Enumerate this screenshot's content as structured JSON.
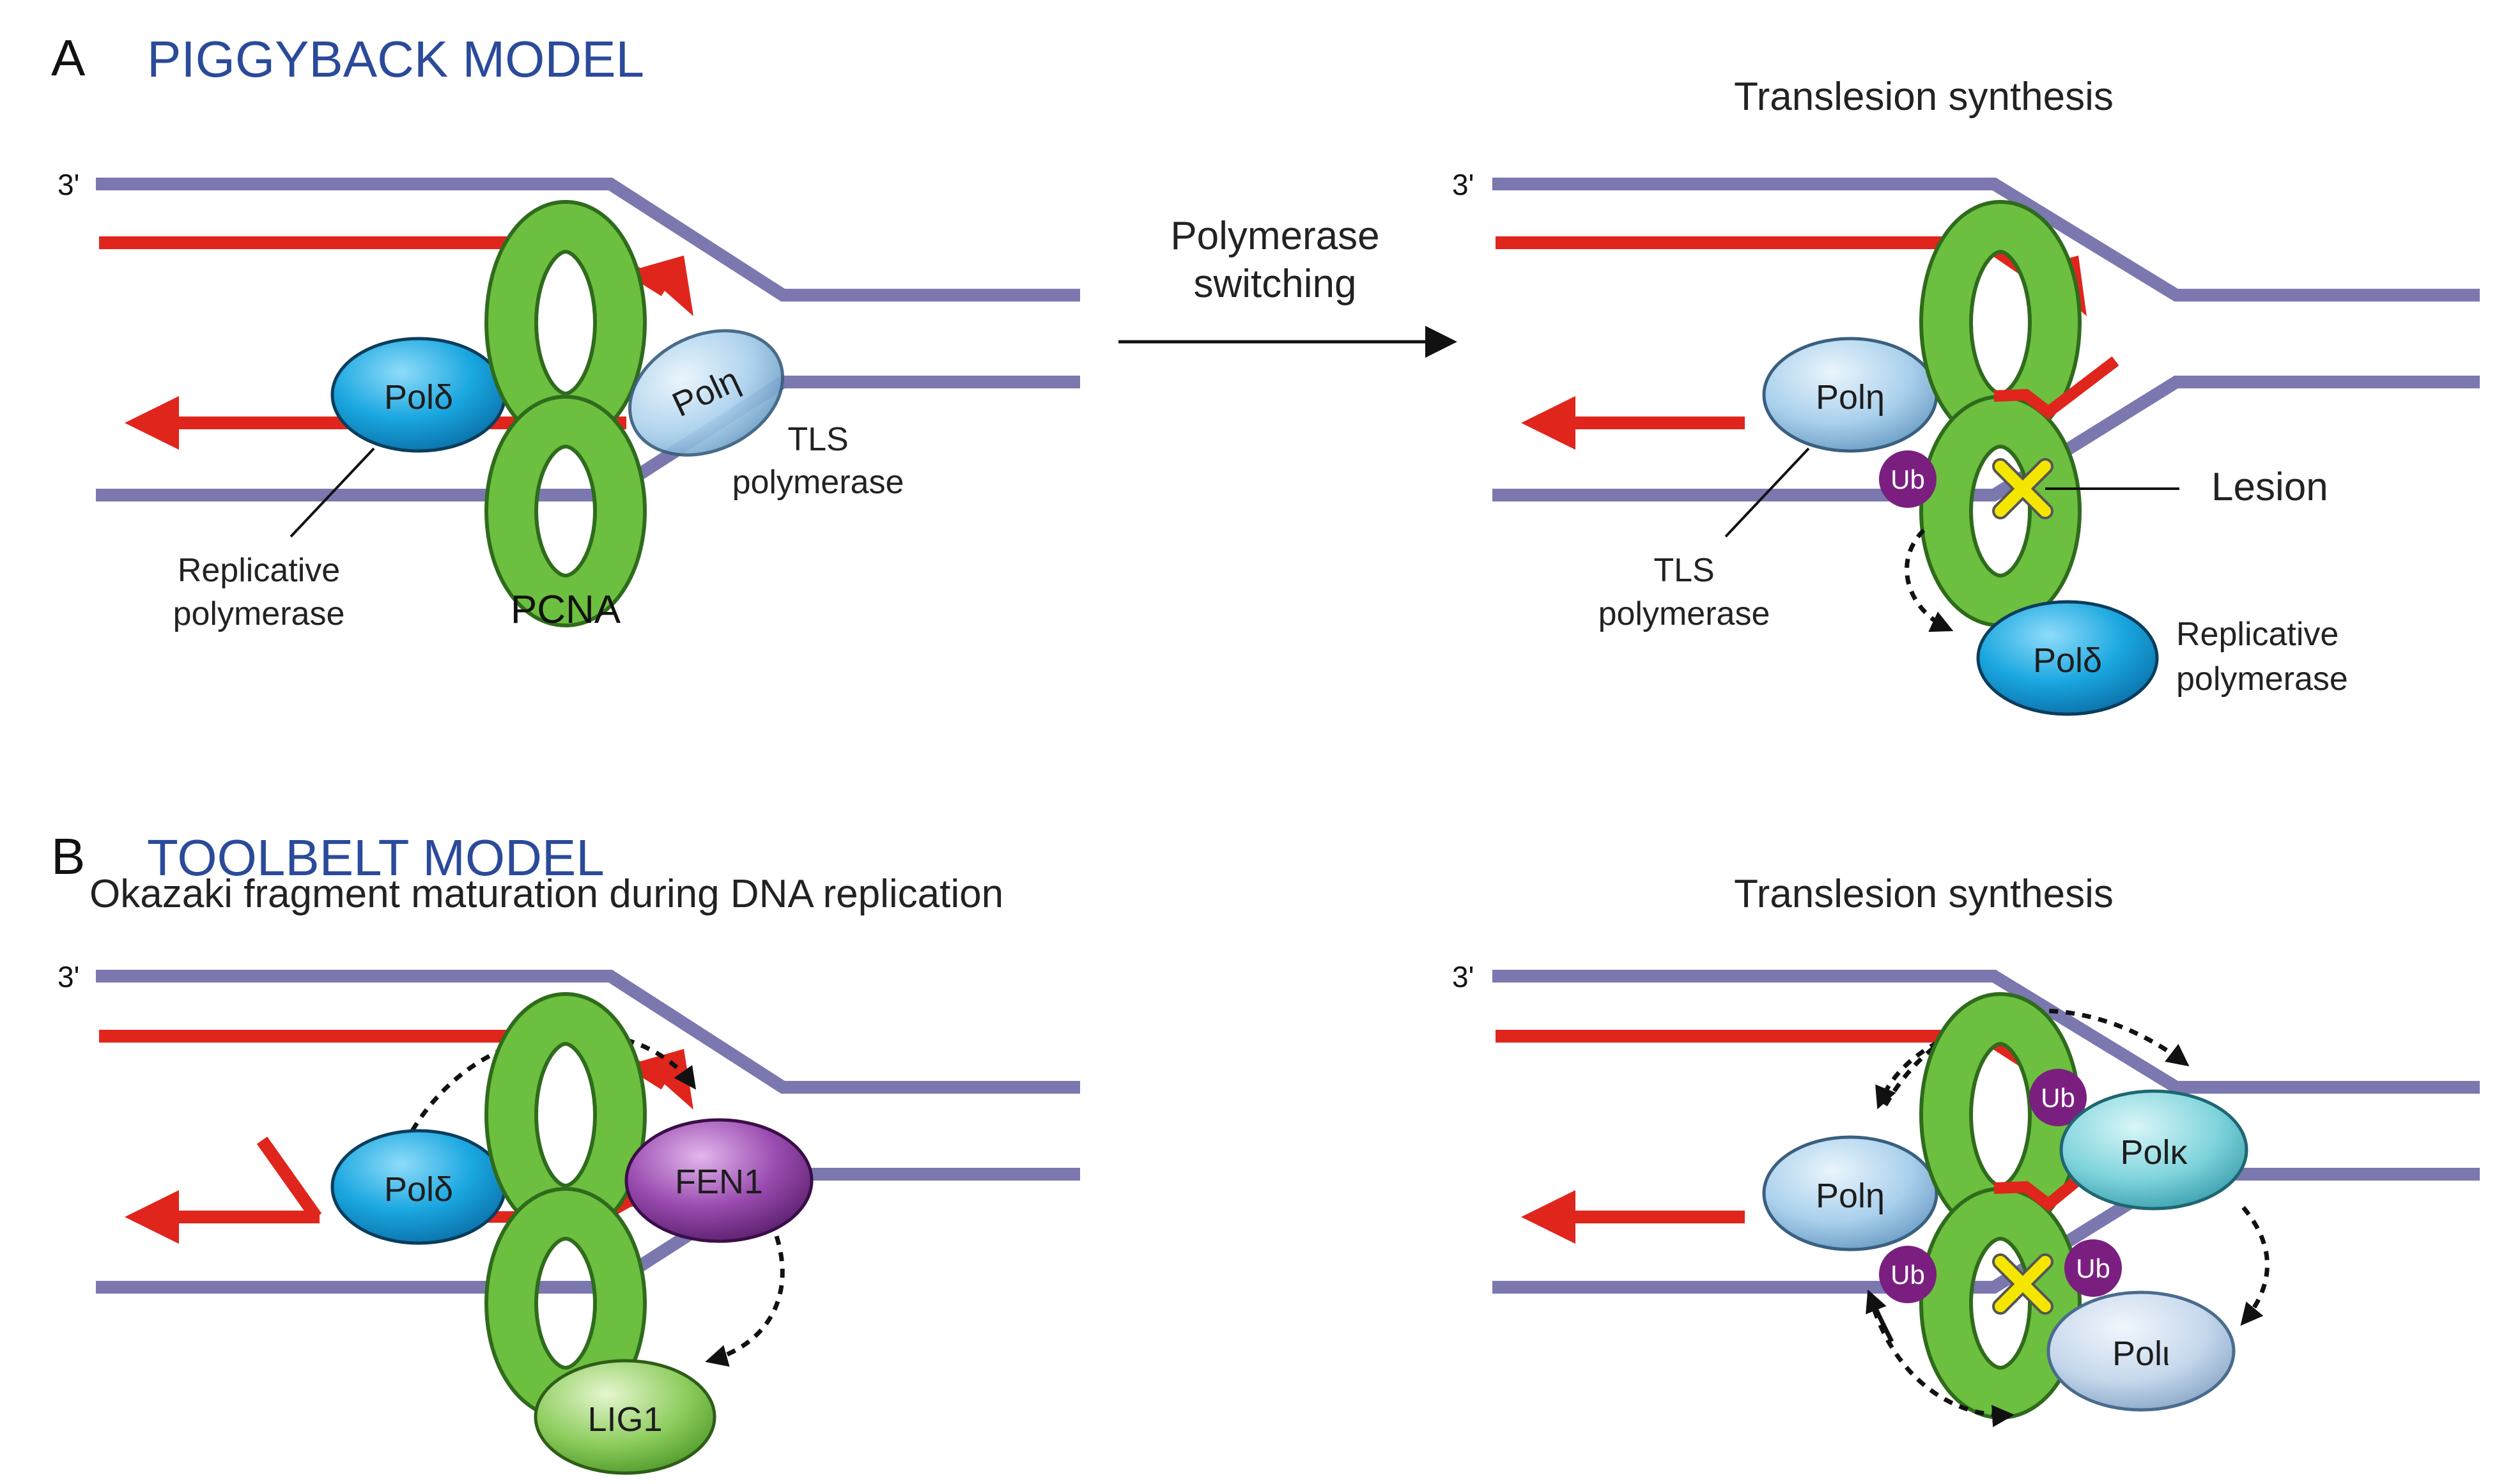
{
  "panel_a": {
    "letter": "A",
    "title": "PIGGYBACK MODEL",
    "right_heading": "Translesion synthesis",
    "arrow_label_line1": "Polymerase",
    "arrow_label_line2": "switching",
    "left": {
      "three_prime": "3'",
      "pol_delta": "Polδ",
      "pol_eta": "Polη",
      "tls_line1": "TLS",
      "tls_line2": "polymerase",
      "rep_line1": "Replicative",
      "rep_line2": "polymerase",
      "pcna": "PCNA"
    },
    "right": {
      "three_prime": "3'",
      "pol_eta": "Polη",
      "ub": "Ub",
      "lesion": "Lesion",
      "tls_line1": "TLS",
      "tls_line2": "polymerase",
      "pol_delta": "Polδ",
      "rep_line1": "Replicative",
      "rep_line2": "polymerase"
    }
  },
  "panel_b": {
    "letter": "B",
    "title": "TOOLBELT MODEL",
    "left_heading": "Okazaki fragment maturation during DNA replication",
    "right_heading": "Translesion synthesis",
    "left": {
      "three_prime": "3'",
      "pol_delta": "Polδ",
      "fen1": "FEN1",
      "lig1": "LIG1"
    },
    "right": {
      "three_prime": "3'",
      "pol_eta": "Polη",
      "pol_kappa": "Polκ",
      "pol_iota": "Polι",
      "ub": "Ub"
    }
  },
  "colors": {
    "title_blue": "#2b4a9a",
    "dna_strand": "#7b78b0",
    "new_strand": "#e0251c",
    "pcna": "#6cbf3f",
    "pol_delta": "#1aa7e0",
    "pol_eta": "#a9d0ec",
    "fen1": "#8a3f9e",
    "lig1": "#8ccc5c",
    "ub": "#7a1f80",
    "lesion": "#f5e600"
  }
}
